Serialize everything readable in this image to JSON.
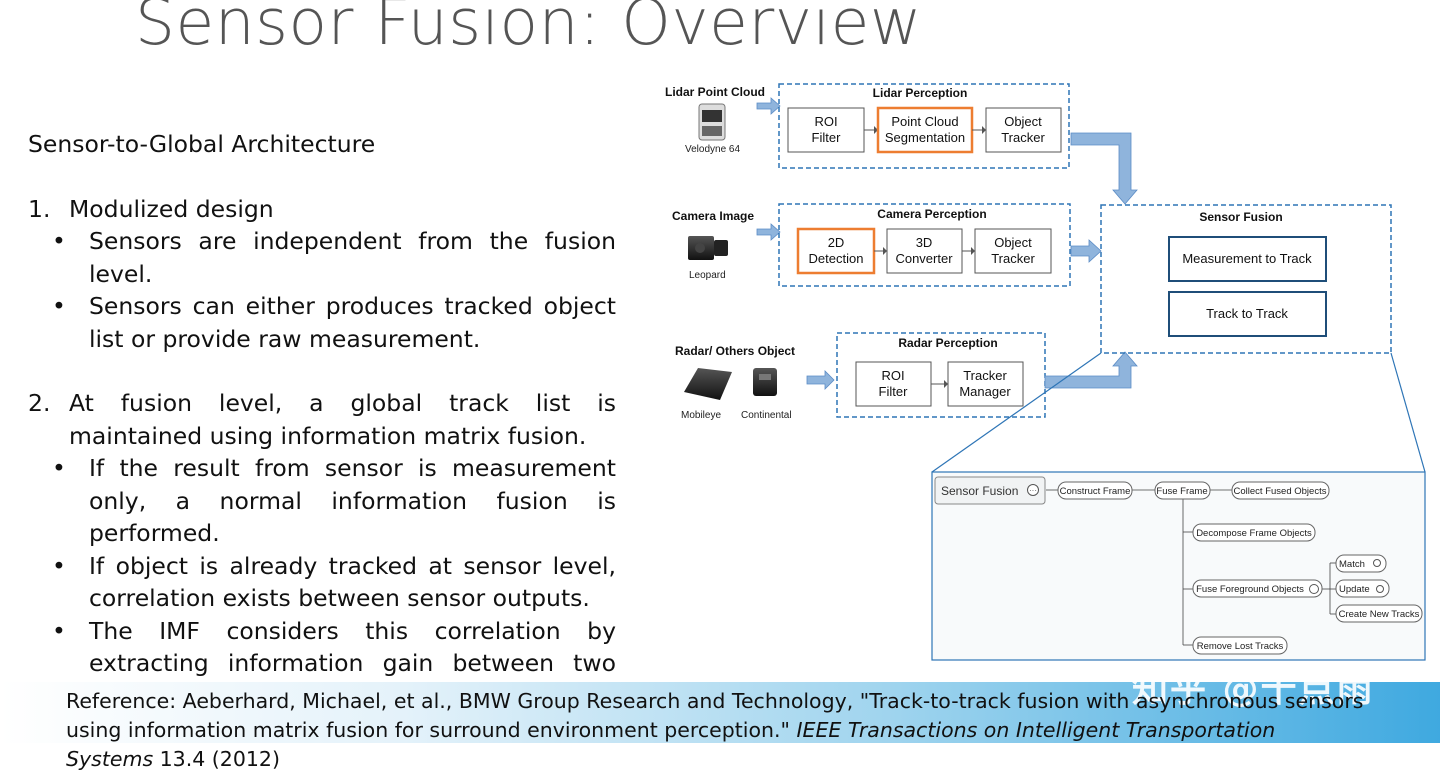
{
  "slide": {
    "title": "Sensor Fusion: Overview"
  },
  "left": {
    "heading": "Sensor-to-Global Architecture",
    "items": [
      {
        "num": "1.",
        "text": "Modulized design",
        "bullets": [
          "Sensors are independent from the fusion level.",
          "Sensors can either produces tracked object list or provide raw measurement."
        ]
      },
      {
        "num": "2.",
        "text": "At fusion level, a global track list is maintained using information matrix fusion.",
        "bullets": [
          "If the result from sensor is measurement only, a normal information fusion is performed.",
          "If object is already tracked at sensor level, correlation exists between sensor outputs.",
          "The IMF considers this correlation by extracting information gain between two measurements ."
        ]
      }
    ],
    "bullet_char": "•"
  },
  "diagram": {
    "lidar": {
      "source": "Lidar Point Cloud",
      "device": "Velodyne 64",
      "group": "Lidar Perception",
      "boxes": [
        [
          "ROI",
          "Filter"
        ],
        [
          "Point Cloud",
          "Segmentation"
        ],
        [
          "Object",
          "Tracker"
        ]
      ]
    },
    "camera": {
      "source": "Camera Image",
      "device": "Leopard",
      "group": "Camera Perception",
      "boxes": [
        [
          "2D",
          "Detection"
        ],
        [
          "3D",
          "Converter"
        ],
        [
          "Object",
          "Tracker"
        ]
      ]
    },
    "radar": {
      "source": "Radar/ Others Object",
      "devices": [
        "Mobileye",
        "Continental"
      ],
      "group": "Radar Perception",
      "boxes": [
        [
          "ROI",
          "Filter"
        ],
        [
          "Tracker",
          "Manager"
        ]
      ]
    },
    "fusion": {
      "title": "Sensor Fusion",
      "boxes": [
        "Measurement to Track",
        "Track to Track"
      ]
    },
    "tree": {
      "root": "Sensor Fusion",
      "nodes": {
        "construct_frame": "Construct Frame",
        "fuse_frame": "Fuse Frame",
        "collect_fused": "Collect Fused Objects",
        "decompose": "Decompose Frame Objects",
        "fuse_foreground": "Fuse Foreground Objects",
        "match": "Match",
        "update": "Update",
        "create_new": "Create New Tracks",
        "remove_lost": "Remove Lost Tracks"
      }
    },
    "colors": {
      "dashed_border": "#2e75b6",
      "highlight_border": "#ed7d31",
      "arrow_fill": "#8fb4dc",
      "fusion_box_border": "#1f4e79"
    }
  },
  "reference": {
    "prefix": "Reference: Aeberhard, Michael, et al., BMW Group Research and Technology, \"Track-to-track fusion with asynchronous sensors using information matrix fusion for surround environment perception.\" ",
    "journal": "IEEE Transactions on Intelligent Transportation Systems",
    "suffix": " 13.4 (2012)"
  },
  "watermark": "知乎 @十点雨"
}
